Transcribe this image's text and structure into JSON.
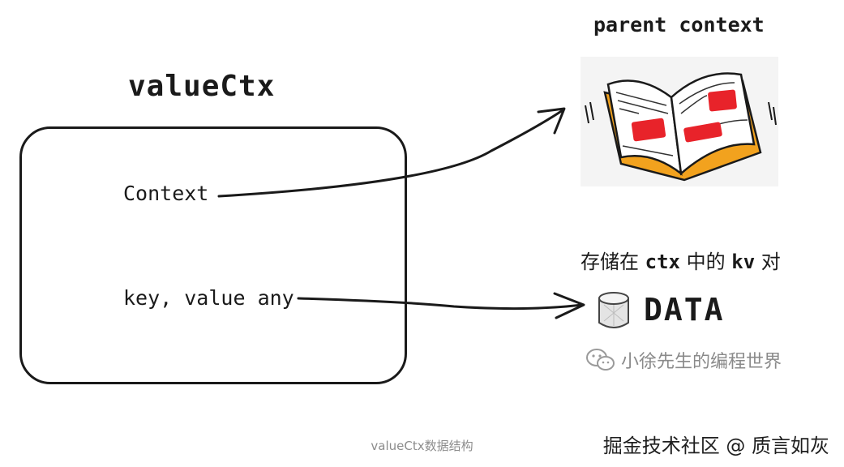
{
  "struct": {
    "title": "valueCtx",
    "fields": {
      "context": "Context",
      "kv": "key, value any"
    }
  },
  "parent": {
    "label": "parent context",
    "icon": "open-book-icon"
  },
  "storage": {
    "caption_prefix": "存储在 ",
    "caption_ctx": "ctx",
    "caption_mid": " 中的 ",
    "caption_kv": "kv",
    "caption_suffix": " 对",
    "data_label": "DATA",
    "icon": "database-cylinder-icon"
  },
  "watermark": {
    "text": "小徐先生的编程世界",
    "icon": "wechat-icon"
  },
  "figure_caption": "valueCtx数据结构",
  "source_credit": "掘金技术社区 @ 质言如灰",
  "colors": {
    "ink": "#1a1a1a",
    "book_cover": "#f2a21e",
    "book_highlight": "#e8232a",
    "caption_gray": "#8c8c8c"
  }
}
